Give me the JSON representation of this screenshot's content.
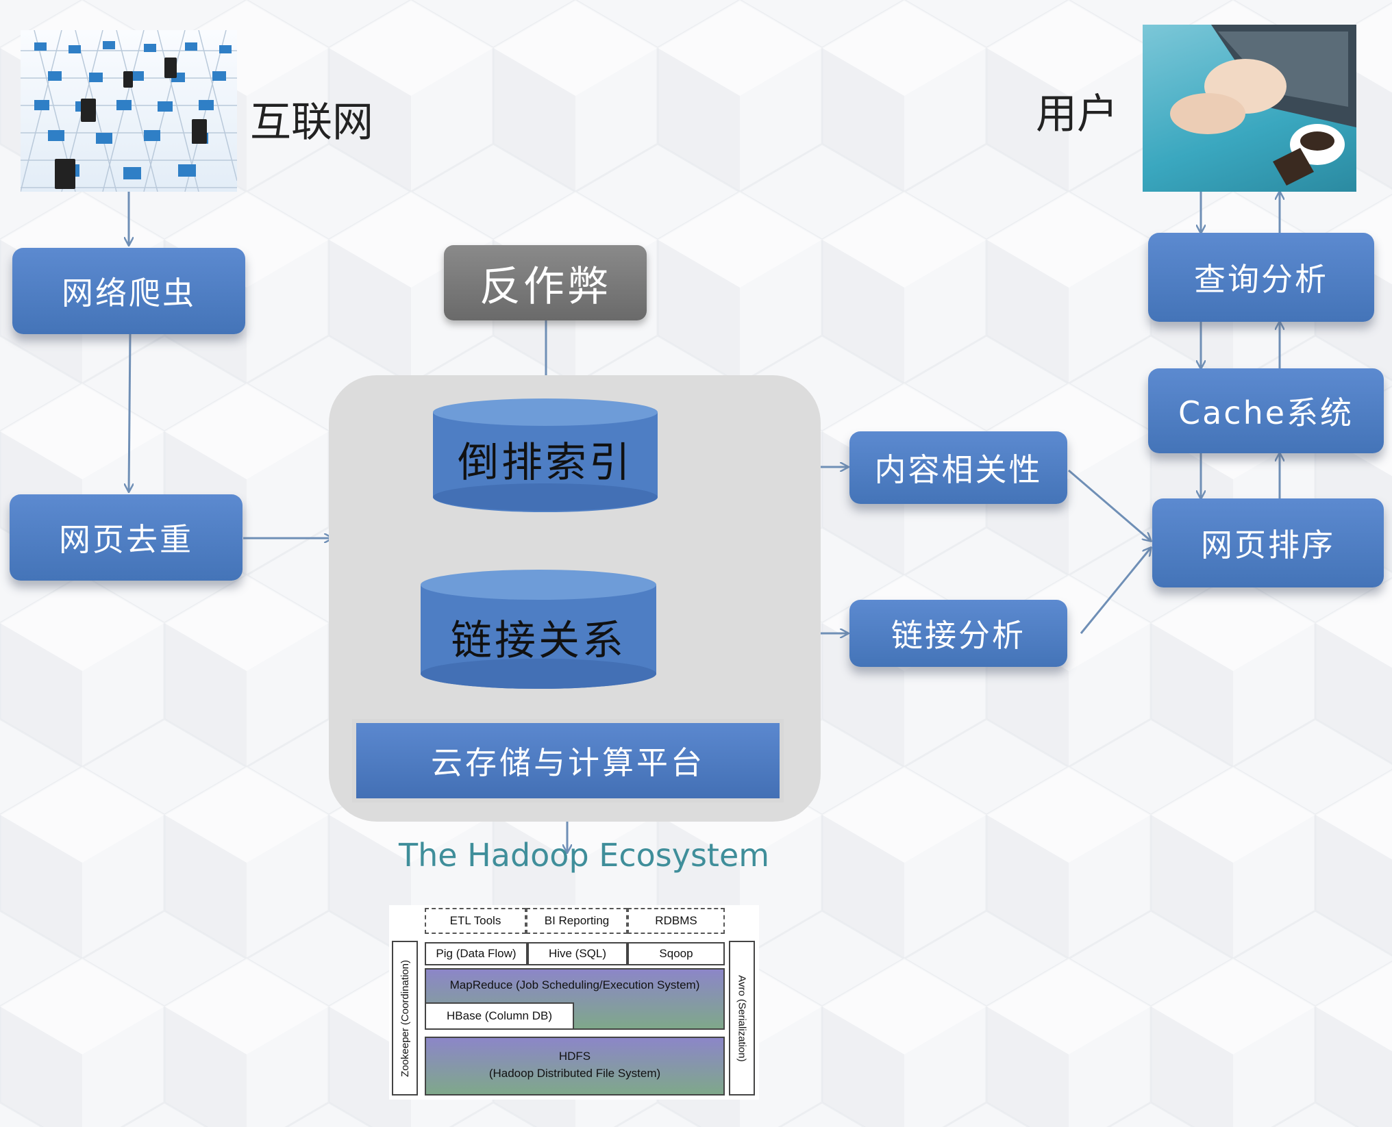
{
  "labels": {
    "internet": "互联网",
    "user": "用户",
    "anti_cheat": "反作弊",
    "inverted_index": "倒排索引",
    "link_relation": "链接关系",
    "cloud_platform": "云存储与计算平台",
    "hadoop_title": "The Hadoop Ecosystem"
  },
  "nodes": {
    "crawler": "网络爬虫",
    "dedup": "网页去重",
    "content_relevance": "内容相关性",
    "link_analysis": "链接分析",
    "query_analysis": "查询分析",
    "cache_system": "Cache系统",
    "page_ranking": "网页排序"
  },
  "hadoop": {
    "top": [
      "ETL Tools",
      "BI Reporting",
      "RDBMS"
    ],
    "middle": [
      "Pig (Data Flow)",
      "Hive (SQL)",
      "Sqoop"
    ],
    "mapreduce": "MapReduce (Job Scheduling/Execution System)",
    "hbase": "HBase (Column DB)",
    "hdfs_line1": "HDFS",
    "hdfs_line2": "(Hadoop Distributed File System)",
    "zookeeper": "Zookeeper (Coordination)",
    "avro": "Avro (Serialization)"
  },
  "colors": {
    "node_blue": "#4f7fc4",
    "anti_gray": "#777777",
    "arrow": "#6f8fb6",
    "hadoop_title": "#3f8e9a"
  }
}
